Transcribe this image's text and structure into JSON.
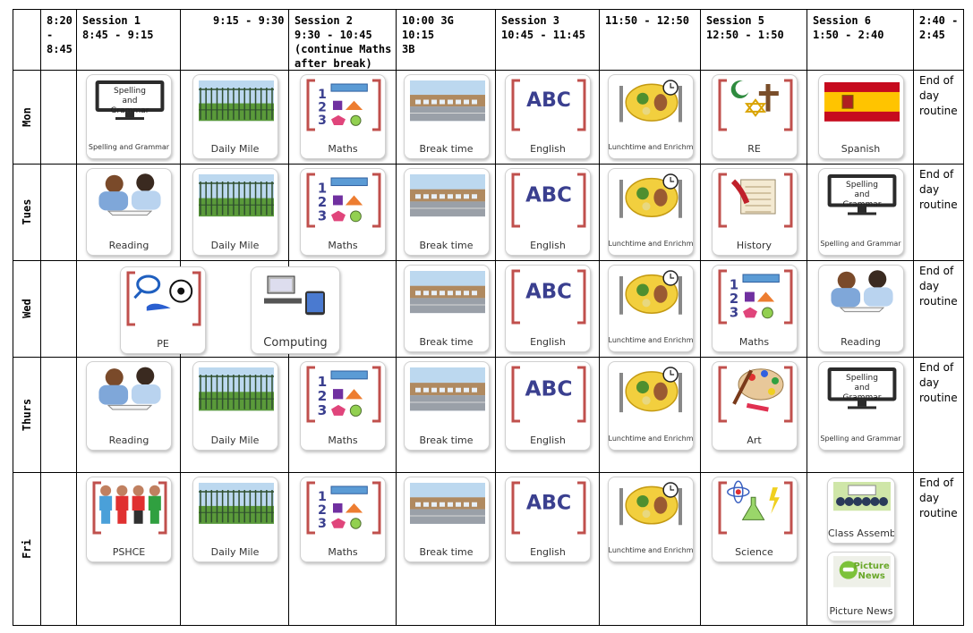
{
  "header": {
    "cells": [
      "",
      "8:20\n-\n8:45",
      "Session 1\n8:45 - 9:15",
      "9:15 - 9:30",
      "Session 2\n9:30 - 10:45\n(continue Maths\nafter break)",
      "10:00 3G\n10:15\n3B",
      "Session 3\n10:45 - 11:45",
      "11:50 - 12:50",
      "Session 5\n12:50 - 1:50",
      "Session 6\n1:50 - 2:40",
      "2:40 -\n2:45"
    ]
  },
  "end_of_day": "End of\nday\nroutine",
  "days": [
    {
      "label": "Mon",
      "cards": [
        {
          "icon": "spelling-grammar",
          "label": "Spelling and Grammar",
          "screen_text": "Spelling\nand\nGrammar"
        },
        {
          "icon": "daily-mile",
          "label": "Daily Mile"
        },
        {
          "icon": "maths",
          "label": "Maths"
        },
        {
          "icon": "break-time",
          "label": "Break time"
        },
        {
          "icon": "english",
          "label": "English",
          "symbol_text": "ABC"
        },
        {
          "icon": "lunchtime",
          "label": "Lunchtime and Enrichment"
        },
        {
          "icon": "re",
          "label": "RE"
        },
        {
          "icon": "spanish",
          "label": "Spanish"
        }
      ]
    },
    {
      "label": "Tues",
      "cards": [
        {
          "icon": "reading",
          "label": "Reading"
        },
        {
          "icon": "daily-mile",
          "label": "Daily Mile"
        },
        {
          "icon": "maths",
          "label": "Maths"
        },
        {
          "icon": "break-time",
          "label": "Break time"
        },
        {
          "icon": "english",
          "label": "English",
          "symbol_text": "ABC"
        },
        {
          "icon": "lunchtime",
          "label": "Lunchtime and Enrichment"
        },
        {
          "icon": "history",
          "label": "History"
        },
        {
          "icon": "spelling-grammar",
          "label": "Spelling and Grammar",
          "screen_text": "Spelling\nand\nGrammar"
        }
      ]
    },
    {
      "label": "Wed",
      "cards": [
        {
          "icon": "pe",
          "label": "PE"
        },
        {
          "icon": "computing",
          "label": "Computing"
        },
        {
          "icon": "break-time",
          "label": "Break time"
        },
        {
          "icon": "english",
          "label": "English",
          "symbol_text": "ABC"
        },
        {
          "icon": "lunchtime",
          "label": "Lunchtime and Enrichment"
        },
        {
          "icon": "maths",
          "label": "Maths"
        },
        {
          "icon": "reading",
          "label": "Reading"
        }
      ]
    },
    {
      "label": "Thurs",
      "cards": [
        {
          "icon": "reading",
          "label": "Reading"
        },
        {
          "icon": "daily-mile",
          "label": "Daily Mile"
        },
        {
          "icon": "maths",
          "label": "Maths"
        },
        {
          "icon": "break-time",
          "label": "Break time"
        },
        {
          "icon": "english",
          "label": "English",
          "symbol_text": "ABC"
        },
        {
          "icon": "lunchtime",
          "label": "Lunchtime and Enrichment"
        },
        {
          "icon": "art",
          "label": "Art"
        },
        {
          "icon": "spelling-grammar",
          "label": "Spelling and Grammar",
          "screen_text": "Spelling\nand\nGrammar"
        }
      ]
    },
    {
      "label": "Fri",
      "cards": [
        {
          "icon": "pshce",
          "label": "PSHCE"
        },
        {
          "icon": "daily-mile",
          "label": "Daily Mile"
        },
        {
          "icon": "maths",
          "label": "Maths"
        },
        {
          "icon": "break-time",
          "label": "Break time"
        },
        {
          "icon": "english",
          "label": "English",
          "symbol_text": "ABC"
        },
        {
          "icon": "lunchtime",
          "label": "Lunchtime and Enrichment"
        },
        {
          "icon": "science",
          "label": "Science"
        },
        {
          "icon": "class-assembly",
          "label": "Class Assembly"
        },
        {
          "icon": "picture-news",
          "label": "Picture News",
          "logo_text": "Picture\nNews"
        }
      ]
    }
  ],
  "colors": {
    "bracket": "#c0504d",
    "abc": "#3a3f8f",
    "ruler": "#5b9bd5",
    "spain_red": "#c60b1e",
    "spain_yellow": "#ffc400",
    "grass": "#5a9a3a",
    "sky": "#bcd8ef"
  }
}
